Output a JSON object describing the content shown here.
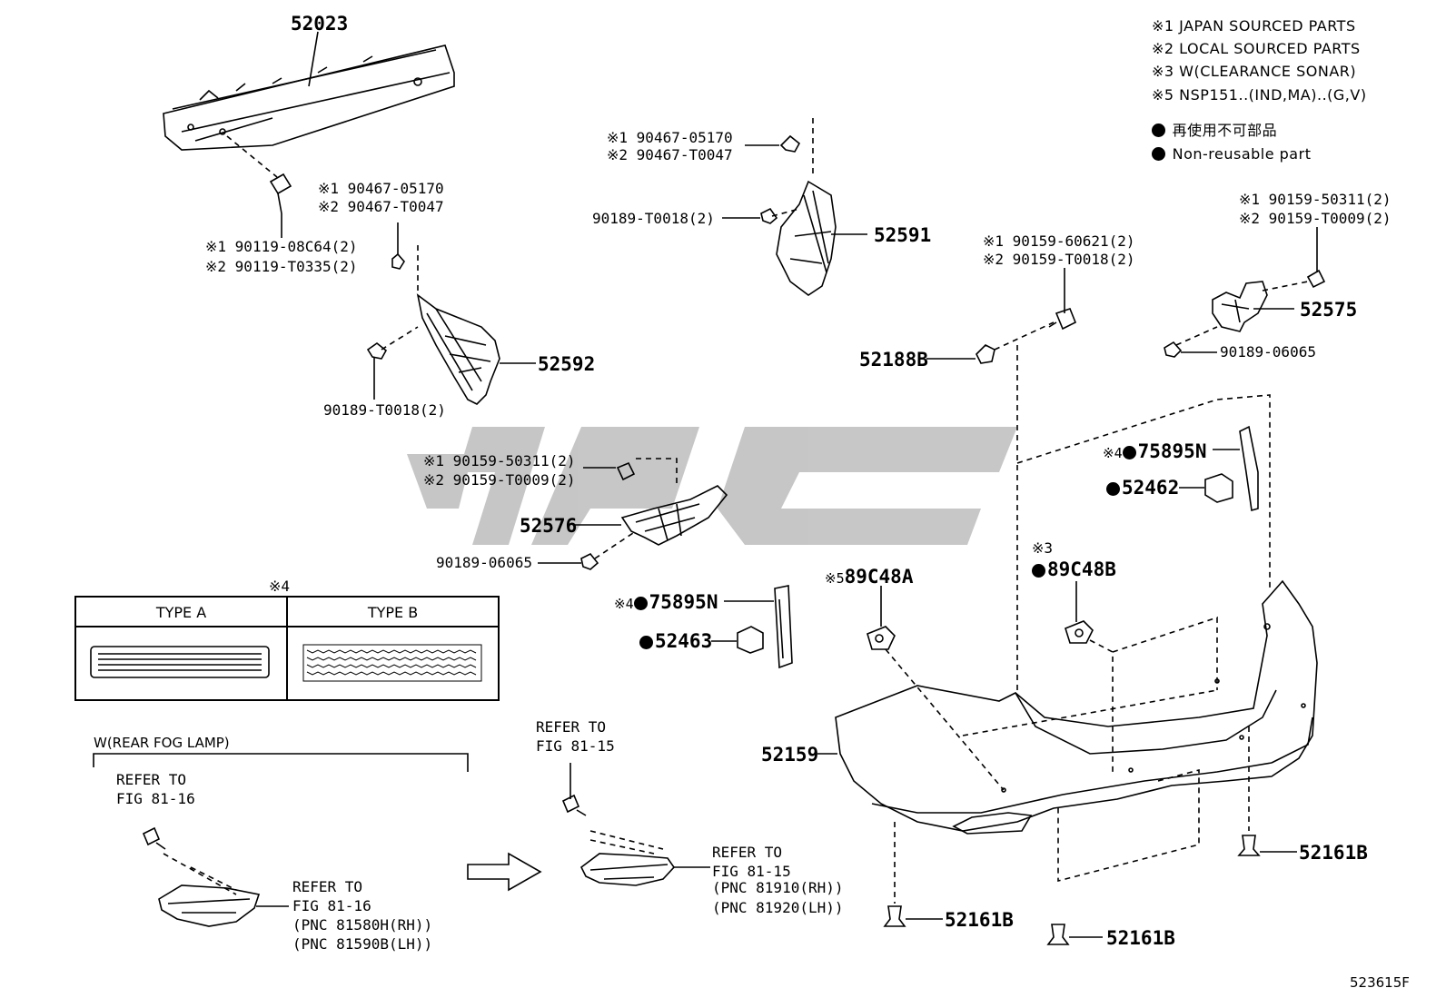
{
  "notes": {
    "n1": "※1 JAPAN SOURCED PARTS",
    "n2": "※2 LOCAL SOURCED PARTS",
    "n3": "※3 W(CLEARANCE SONAR)",
    "n5": "※5 NSP151..(IND,MA)..(G,V)",
    "nonreuse_jp": "再使用不可部品",
    "nonreuse_en": "Non-reusable part"
  },
  "parts": {
    "p52023": "52023",
    "bolt_a1": "※1 90119-08C64(2)",
    "bolt_a2": "※2 90119-T0335(2)",
    "clipL_1": "※1 90467-05170",
    "clipL_2": "※2 90467-T0047",
    "p52592": "52592",
    "nutL": "90189-T0018(2)",
    "clipR_1": "※1 90467-05170",
    "clipR_2": "※2 90467-T0047",
    "nutR": "90189-T0018(2)",
    "p52591": "52591",
    "screw_c1": "※1 90159-60621(2)",
    "screw_c2": "※2 90159-T0018(2)",
    "p52188B": "52188B",
    "screw_r1": "※1 90159-50311(2)",
    "screw_r2": "※2 90159-T0009(2)",
    "p52575": "52575",
    "nut_r": "90189-06065",
    "screw_m1": "※1 90159-50311(2)",
    "screw_m2": "※2 90159-T0009(2)",
    "p52576": "52576",
    "nut_m": "90189-06065",
    "refl_r_prefix": "※4",
    "refl_r": "75895N",
    "p52462": "52462",
    "refl_l_prefix": "※4",
    "refl_l": "75895N",
    "p52463": "52463",
    "sonar_a_prefix": "※5",
    "sonar_a": "89C48A",
    "sonar_b_note": "※3",
    "sonar_b": "89C48B",
    "p52159": "52159",
    "clip1": "52161B",
    "clip2": "52161B",
    "clip3": "52161B",
    "footer_code": "523615F"
  },
  "type_table": {
    "marker": "※4",
    "type_a": "TYPE A",
    "type_b": "TYPE B"
  },
  "fog": {
    "header": "W(REAR FOG LAMP)",
    "refer1_line1": "REFER TO",
    "refer1_line2": "FIG 81-16",
    "refer2_line1": "REFER TO",
    "refer2_line2": "FIG 81-16",
    "refer2_line3": "(PNC 81580H(RH))",
    "refer2_line4": "(PNC 81590B(LH))",
    "refer3_line1": "REFER TO",
    "refer3_line2": "FIG 81-15",
    "refer4_line1": "REFER TO",
    "refer4_line2": "FIG 81-15",
    "refer4_line3": "(PNC 81910(RH))",
    "refer4_line4": "(PNC 81920(LH))"
  }
}
